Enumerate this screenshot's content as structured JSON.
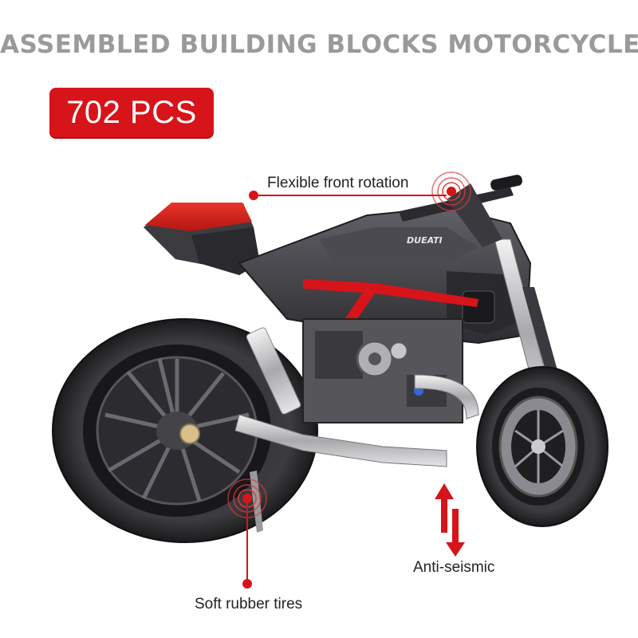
{
  "header": {
    "title": "ASSEMBLED BUILDING BLOCKS MOTORCYCLE",
    "badge": "702 PCS"
  },
  "callouts": {
    "front_rotation": "Flexible front rotation",
    "anti_seismic": "Anti-seismic",
    "tires": "Soft rubber tires"
  },
  "product": {
    "brand_mark": "DUEATI"
  },
  "colors": {
    "accent": "#d7141a",
    "headline": "#9a9a9a",
    "body": "#3a3a3d"
  }
}
